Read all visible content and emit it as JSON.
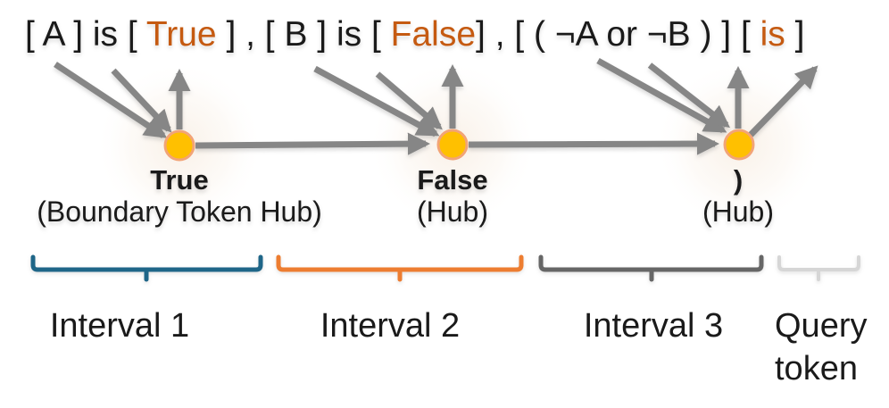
{
  "colors": {
    "text": "#1A1A1A",
    "token_highlight": "#C55A11",
    "arrow": "#868686",
    "hub_fill": "#FFC000",
    "hub_stroke": "#F2A477"
  },
  "sequence": {
    "segments": [
      {
        "text": "[ A ] is [ ",
        "highlight": false
      },
      {
        "text": "True",
        "highlight": true
      },
      {
        "text": " ] , [ B ] is [ ",
        "highlight": false
      },
      {
        "text": "False",
        "highlight": true
      },
      {
        "text": "] , [ ( ¬A or ¬B ) ] [ ",
        "highlight": false
      },
      {
        "text": "is",
        "highlight": true
      },
      {
        "text": " ]",
        "highlight": false
      }
    ]
  },
  "hubs": [
    {
      "token": "True",
      "role": "(Boundary Token Hub)"
    },
    {
      "token": "False",
      "role": "(Hub)"
    },
    {
      "token": ")",
      "role": "(Hub)"
    }
  ],
  "intervals": [
    {
      "label": "Interval 1",
      "color": "#1F6688"
    },
    {
      "label": "Interval 2",
      "color": "#ED7D31"
    },
    {
      "label": "Interval 3",
      "color": "#666666"
    },
    {
      "label": "Query token",
      "color": "#D6D6D6"
    }
  ]
}
